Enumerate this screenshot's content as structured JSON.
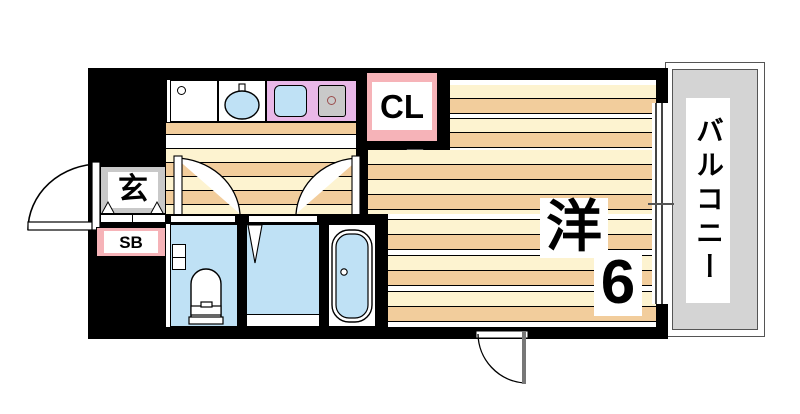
{
  "document": {
    "type": "floor-plan",
    "layout_name": "1K apartment floor plan"
  },
  "rooms": [
    {
      "id": "main-room",
      "label_main": "洋",
      "label_size": "6",
      "name": "Western-style room 6 tatami"
    },
    {
      "id": "closet",
      "label": "CL",
      "name": "Closet"
    },
    {
      "id": "entrance",
      "label": "玄",
      "name": "Genkan entrance"
    },
    {
      "id": "shoe-box",
      "label": "SB",
      "name": "Shoe box"
    },
    {
      "id": "balcony",
      "label": "バルコニー",
      "name": "Balcony"
    }
  ],
  "labels": {
    "main_room": "洋",
    "main_room_size": "6",
    "closet": "CL",
    "entrance": "玄",
    "shoe_box": "SB",
    "balcony": "バルコニー"
  },
  "fixtures": [
    {
      "name": "kitchen-counter",
      "kind": "counter"
    },
    {
      "name": "kitchen-sink",
      "kind": "sink"
    },
    {
      "name": "stove-cooktop",
      "kind": "cooktop"
    },
    {
      "name": "stove-burner",
      "kind": "burner"
    },
    {
      "name": "toilet",
      "kind": "toilet"
    },
    {
      "name": "washbasin",
      "kind": "washroom"
    },
    {
      "name": "bathtub",
      "kind": "bathtub"
    }
  ],
  "doors": [
    {
      "name": "front-door",
      "swing": "outward-left"
    },
    {
      "name": "hall-door-left",
      "swing": "inward"
    },
    {
      "name": "hall-door-right",
      "swing": "inward"
    },
    {
      "name": "room-exit-door",
      "swing": "outward-down"
    },
    {
      "name": "balcony-sliding-door",
      "swing": "sliding"
    }
  ],
  "colors": {
    "wall": "#000000",
    "floor_light": "#fdf3d0",
    "floor_dark": "#f2cd9c",
    "closet_pink": "#f6b3b8",
    "entrance_gray": "#c9c9c9",
    "water_blue": "#bfe1f5",
    "stove_pink": "#e9b8e8",
    "balcony_gray": "#d4d4d4",
    "background": "#ffffff"
  }
}
